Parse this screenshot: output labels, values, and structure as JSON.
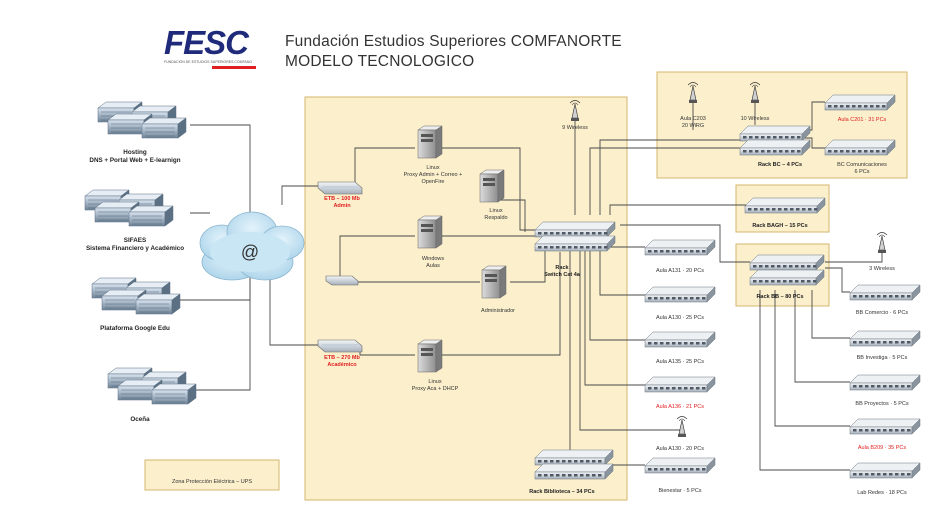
{
  "header": {
    "logo_text": "FESC",
    "logo_subtitle": "FUNDACIÓN DE ESTUDIOS SUPERIORES COMFANORTE",
    "title": "Fundación  Estudios Superiores COMFANORTE",
    "subtitle": "MODELO TECNOLOGICO"
  },
  "external_services": [
    {
      "name": "Hosting",
      "detail": "DNS + Portal Web + E-learnign"
    },
    {
      "name": "SIFAES",
      "detail": "Sistema Financiero y Académico"
    },
    {
      "name": "Plataforma Google Edu",
      "detail": ""
    },
    {
      "name": "Oceña",
      "detail": ""
    }
  ],
  "internet": {
    "symbol": "@"
  },
  "links": {
    "admin": {
      "line1": "ETB – 100 Mb",
      "line2": "Admin"
    },
    "academic": {
      "line1": "ETB – 270 Mb",
      "line2": "Académico"
    }
  },
  "servers": {
    "proxy_admin": {
      "line1": "Linux",
      "line2": "Proxy Admin + Correo +",
      "line3": "OpenFire"
    },
    "linux_respaldo": {
      "line1": "Linux",
      "line2": "Respaldo"
    },
    "windows_aulas": {
      "line1": "Windows",
      "line2": "Aulas"
    },
    "administrador": {
      "line1": "Administrador"
    },
    "proxy_aca": {
      "line1": "Linux",
      "line2": "Proxy Aca + DHCP"
    }
  },
  "wifi": {
    "main": "9 Wireless",
    "aula_c203": {
      "line1": "Aula C203",
      "line2": "20 WiRG"
    },
    "wireless_10": "10 Wireless",
    "wireless_3": "3 Wireless"
  },
  "racks": {
    "main": {
      "line1": "Rack",
      "line2": "Switch Cat 4a"
    },
    "bc": "Rack BC – 4 PCs",
    "bagh": "Rack BAGH – 15 PCs",
    "bb": "Rack BB – 80 PCs",
    "biblioteca": "Rack Biblioteca – 34 PCs"
  },
  "aulas_main": [
    {
      "label": "Aula A131 · 20 PCs",
      "red": false
    },
    {
      "label": "Aula A130 · 25 PCs",
      "red": false
    },
    {
      "label": "Aula A135 · 25 PCs",
      "red": false
    },
    {
      "label": "Aula A136 · 21 PCs",
      "red": true
    },
    {
      "label": "Aula A130 · 20 PCs",
      "red": false
    },
    {
      "label": "Bienestar · 5 PCs",
      "red": false
    }
  ],
  "bc_items": [
    {
      "label": "Aula C201 · 31 PCs",
      "red": true
    },
    {
      "label": "BC Comunicaciones",
      "label2": "6 PCs",
      "red": false
    }
  ],
  "bb_items": [
    {
      "label": "BB Comercio · 6 PCs",
      "red": false
    },
    {
      "label": "BB Investiga · 5 PCs",
      "red": false
    },
    {
      "label": "BB Proyectos · 5 PCs",
      "red": false
    },
    {
      "label": "Aula B209 · 35 PCs",
      "red": true
    },
    {
      "label": "Lab Redes · 18 PCs",
      "red": false
    }
  ],
  "ups_zone": "Zona Protección Eléctrica – UPS",
  "colors": {
    "zone_fill": "#fbefcc",
    "zone_stroke": "#d4b56e",
    "line": "#4a4a4a",
    "accent_red": "#e02020",
    "logo_blue": "#1f2a7a",
    "cloud": "#b4d9ec"
  }
}
